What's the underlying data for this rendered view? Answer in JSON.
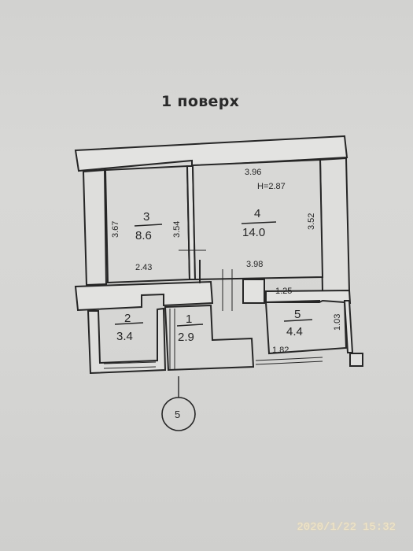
{
  "title": "1 поверх",
  "rooms": [
    {
      "number": "3",
      "area": "8.6"
    },
    {
      "number": "4",
      "area": "14.0"
    },
    {
      "number": "2",
      "area": "3.4"
    },
    {
      "number": "1",
      "area": "2.9"
    },
    {
      "number": "5",
      "area": "4.4"
    }
  ],
  "dimensions": {
    "room4_top": "3.96",
    "room4_height": "H=2.87",
    "room3_left": "3.67",
    "room3_right": "3.54",
    "room4_right": "3.52",
    "room3_bottom": "2.43",
    "room4_bottom": "3.98",
    "room5_top": "1.25",
    "room5_right": "1.03",
    "room5_bottom": "1.82"
  },
  "marker": "5",
  "stamp": {
    "date": "2020/1/22",
    "time": "15:32"
  }
}
